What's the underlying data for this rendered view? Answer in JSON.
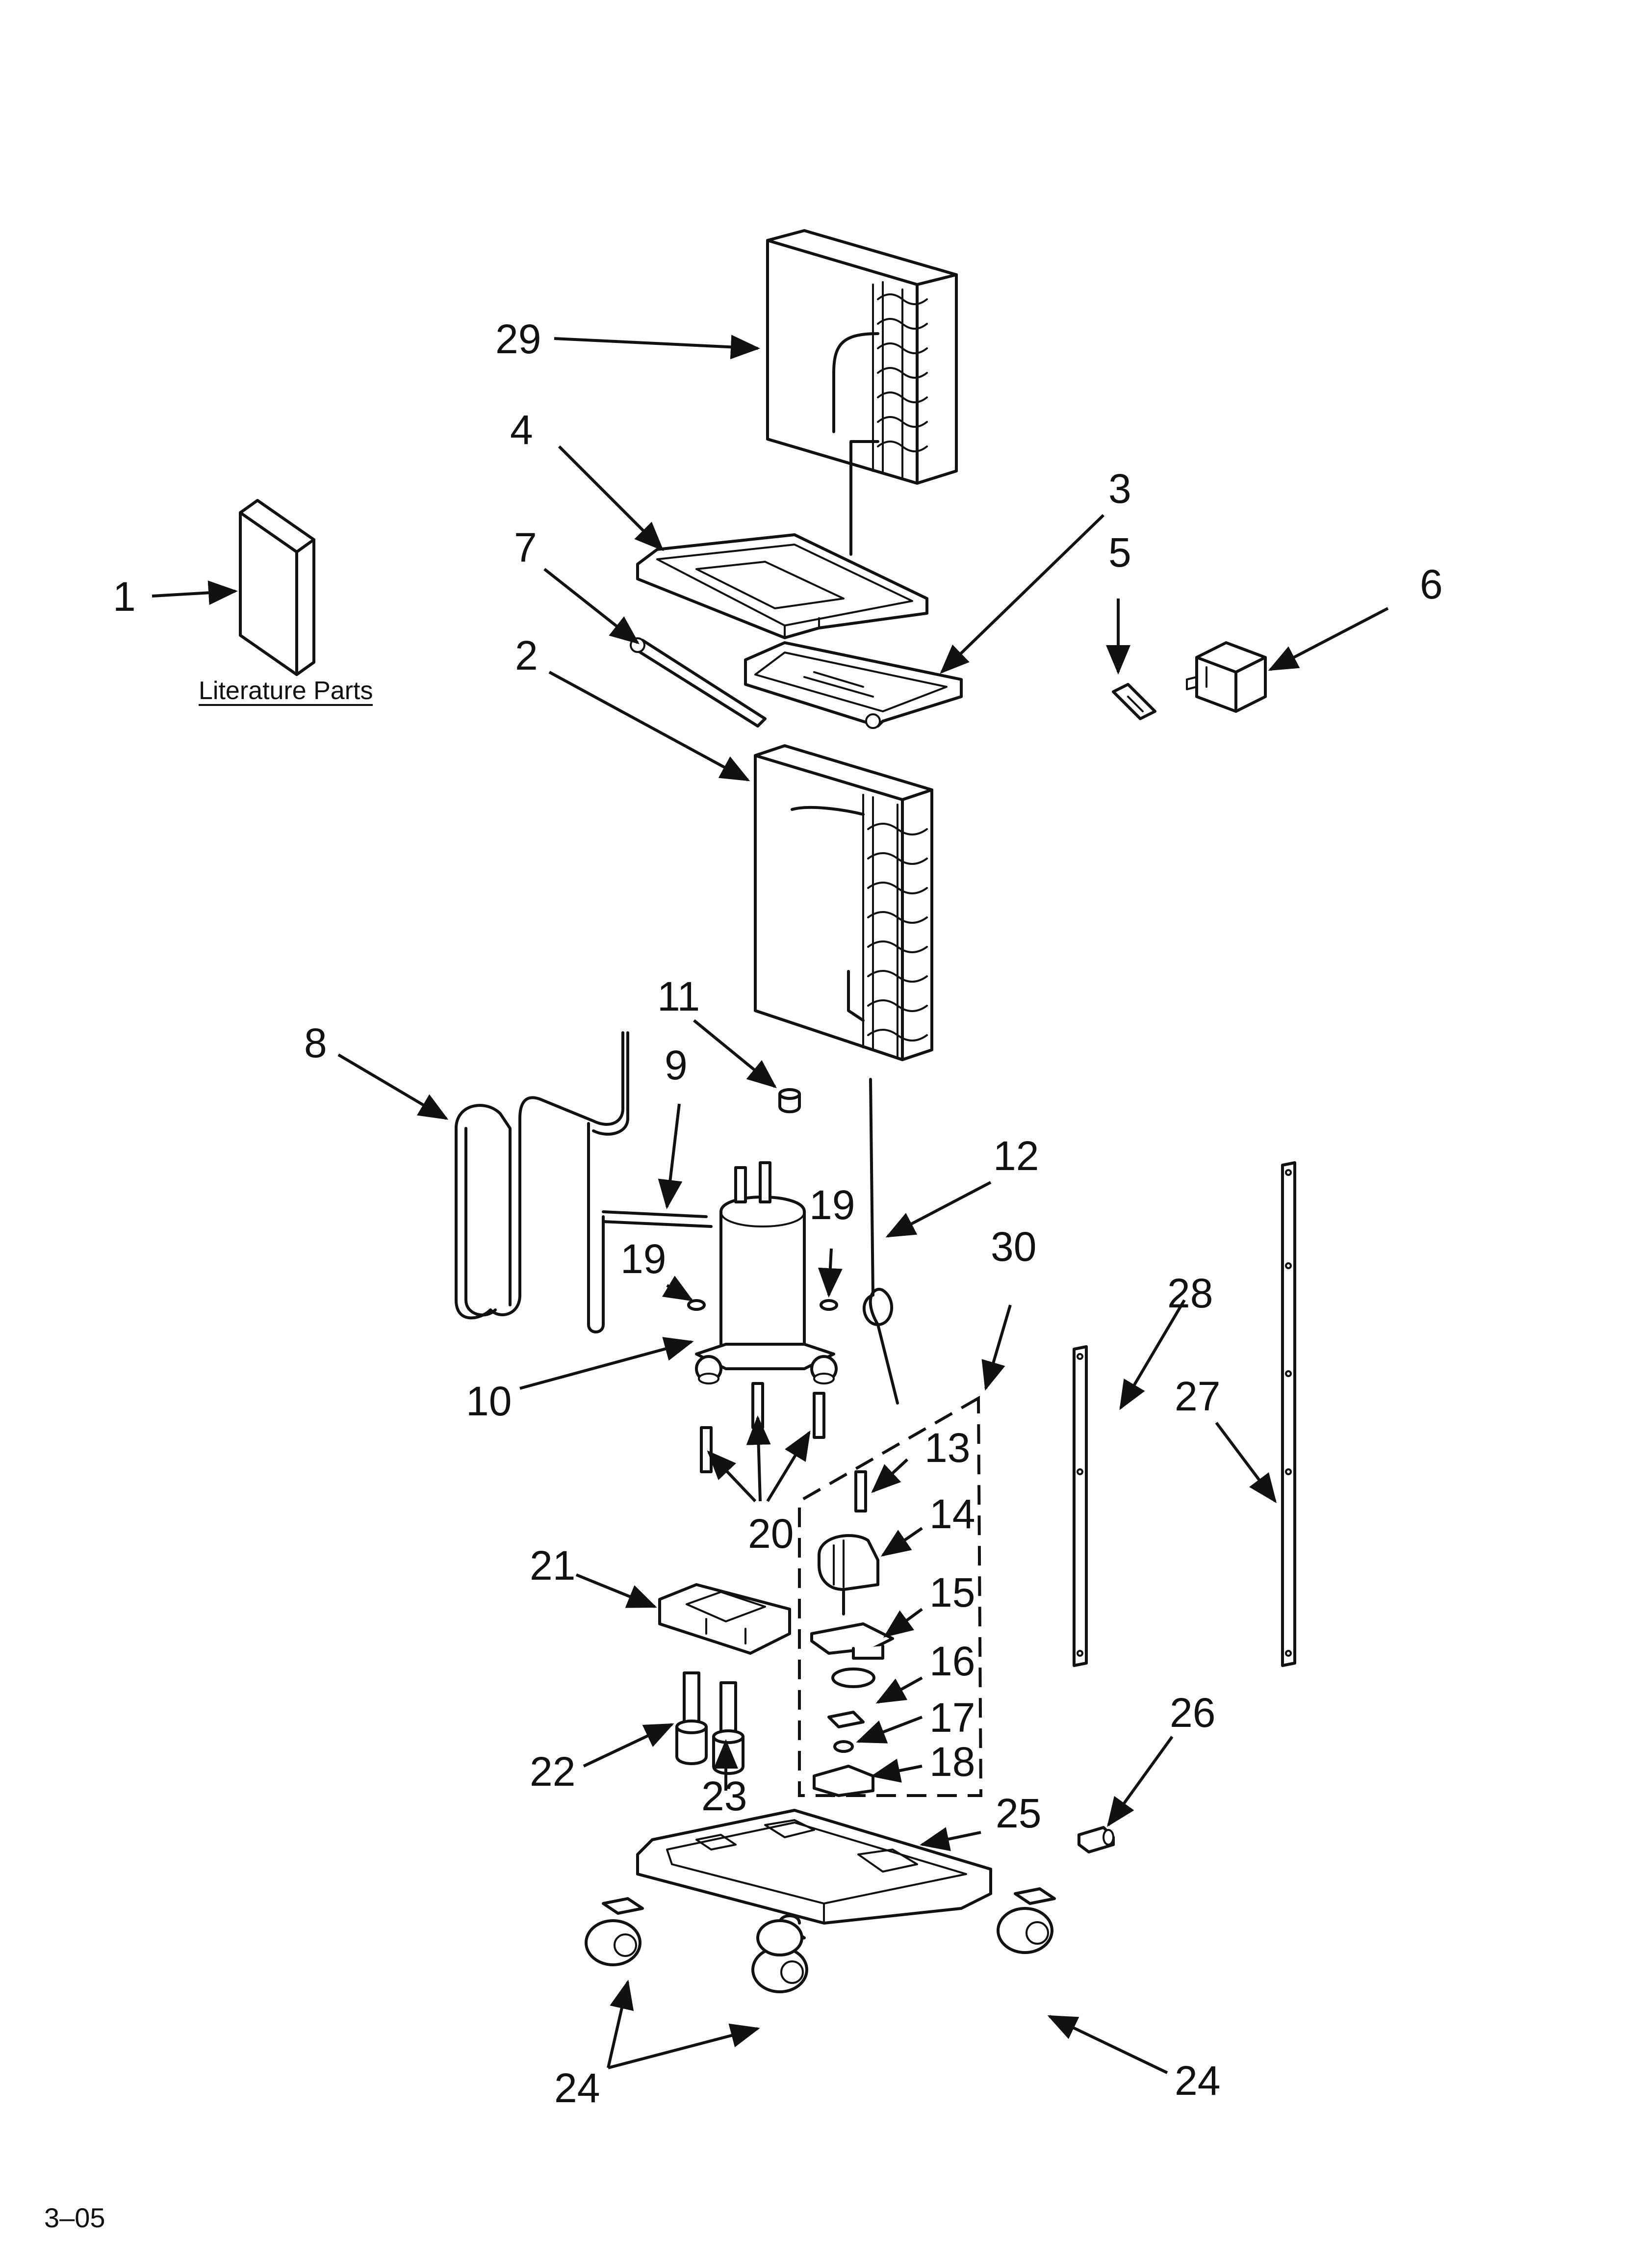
{
  "labels": {
    "p1": "1",
    "p2": "2",
    "p3": "3",
    "p4": "4",
    "p5": "5",
    "p6": "6",
    "p7": "7",
    "p8": "8",
    "p9": "9",
    "p10": "10",
    "p11": "11",
    "p12": "12",
    "p13": "13",
    "p14": "14",
    "p15": "15",
    "p16": "16",
    "p17": "17",
    "p18": "18",
    "p19a": "19",
    "p19b": "19",
    "p20": "20",
    "p21": "21",
    "p22": "22",
    "p23": "23",
    "p24a": "24",
    "p24b": "24",
    "p25": "25",
    "p26": "26",
    "p27": "27",
    "p28": "28",
    "p29": "29",
    "p30": "30"
  },
  "literature": "Literature Parts",
  "footer": "3–05"
}
